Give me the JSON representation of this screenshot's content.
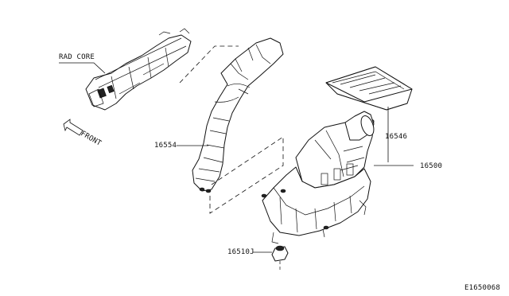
{
  "labels": {
    "rad_core": "RAD CORE",
    "front": "FRONT",
    "p16554": "16554",
    "p16546": "16546",
    "p16500": "16500",
    "p16510j": "16510J",
    "diagram_id": "E1650068"
  }
}
